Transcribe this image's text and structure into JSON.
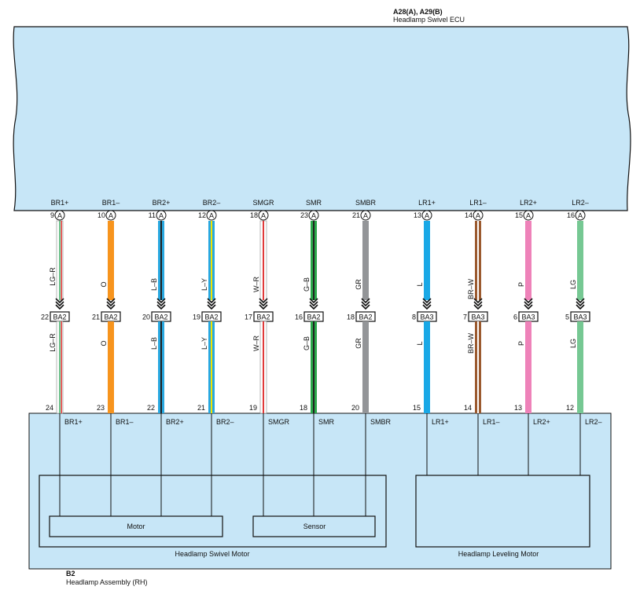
{
  "ecu": {
    "connector_label": "A28(A), A29(B)",
    "name": "Headlamp Swivel ECU",
    "fill": "#c7e6f7"
  },
  "assembly": {
    "connector_label": "B2",
    "name": "Headlamp Assembly (RH)",
    "fill": "#c7e6f7"
  },
  "inner_boxes": {
    "swivel_motor": "Headlamp Swivel Motor",
    "leveling_motor": "Headlamp Leveling Motor",
    "motor": "Motor",
    "sensor": "Sensor"
  },
  "wires": [
    {
      "ecu_signal": "BR1+",
      "ecu_pin": "9",
      "ecu_conn": "A",
      "wire_color": "LG–R",
      "junction_pin": "22",
      "junction": "BA2",
      "assy_pin": "24",
      "assy_signal": "BR1+",
      "base": "#ffffff",
      "stripe": "#6cc08b",
      "stripe2": "#e03a3a",
      "inner": "swivel-motor"
    },
    {
      "ecu_signal": "BR1–",
      "ecu_pin": "10",
      "ecu_conn": "A",
      "wire_color": "O",
      "junction_pin": "21",
      "junction": "BA2",
      "assy_pin": "23",
      "assy_signal": "BR1–",
      "base": "#f7941d",
      "stripe": "",
      "stripe2": "",
      "inner": "swivel-motor"
    },
    {
      "ecu_signal": "BR2+",
      "ecu_pin": "11",
      "ecu_conn": "A",
      "wire_color": "L–B",
      "junction_pin": "20",
      "junction": "BA2",
      "assy_pin": "22",
      "assy_signal": "BR2+",
      "base": "#29a8e0",
      "stripe": "#222222",
      "stripe2": "",
      "inner": "swivel-motor"
    },
    {
      "ecu_signal": "BR2–",
      "ecu_pin": "12",
      "ecu_conn": "A",
      "wire_color": "L–Y",
      "junction_pin": "19",
      "junction": "BA2",
      "assy_pin": "21",
      "assy_signal": "BR2–",
      "base": "#29a8e0",
      "stripe": "#f5e400",
      "stripe2": "",
      "inner": "swivel-motor"
    },
    {
      "ecu_signal": "SMGR",
      "ecu_pin": "18",
      "ecu_conn": "A",
      "wire_color": "W–R",
      "junction_pin": "17",
      "junction": "BA2",
      "assy_pin": "19",
      "assy_signal": "SMGR",
      "base": "#ffffff",
      "stripe": "#e03a3a",
      "stripe2": "",
      "inner": "sensor"
    },
    {
      "ecu_signal": "SMR",
      "ecu_pin": "23",
      "ecu_conn": "A",
      "wire_color": "G–B",
      "junction_pin": "16",
      "junction": "BA2",
      "assy_pin": "18",
      "assy_signal": "SMR",
      "base": "#2aa84a",
      "stripe": "#222222",
      "stripe2": "",
      "inner": "sensor"
    },
    {
      "ecu_signal": "SMBR",
      "ecu_pin": "21",
      "ecu_conn": "A",
      "wire_color": "GR",
      "junction_pin": "18",
      "junction": "BA2",
      "assy_pin": "20",
      "assy_signal": "SMBR",
      "base": "#939598",
      "stripe": "",
      "stripe2": "",
      "inner": "sensor"
    },
    {
      "ecu_signal": "LR1+",
      "ecu_pin": "13",
      "ecu_conn": "A",
      "wire_color": "L",
      "junction_pin": "8",
      "junction": "BA3",
      "assy_pin": "15",
      "assy_signal": "LR1+",
      "base": "#19a8e6",
      "stripe": "",
      "stripe2": "",
      "inner": "leveling-motor"
    },
    {
      "ecu_signal": "LR1–",
      "ecu_pin": "14",
      "ecu_conn": "A",
      "wire_color": "BR–W",
      "junction_pin": "7",
      "junction": "BA3",
      "assy_pin": "14",
      "assy_signal": "LR1–",
      "base": "#9b5a2f",
      "stripe": "#ffffff",
      "stripe2": "",
      "inner": "leveling-motor"
    },
    {
      "ecu_signal": "LR2+",
      "ecu_pin": "15",
      "ecu_conn": "A",
      "wire_color": "P",
      "junction_pin": "6",
      "junction": "BA3",
      "assy_pin": "13",
      "assy_signal": "LR2+",
      "base": "#ee82b9",
      "stripe": "",
      "stripe2": "",
      "inner": "leveling-motor"
    },
    {
      "ecu_signal": "LR2–",
      "ecu_pin": "16",
      "ecu_conn": "A",
      "wire_color": "LG",
      "junction_pin": "5",
      "junction": "BA3",
      "assy_pin": "12",
      "assy_signal": "LR2–",
      "base": "#76c893",
      "stripe": "",
      "stripe2": "",
      "inner": "leveling-motor"
    }
  ]
}
